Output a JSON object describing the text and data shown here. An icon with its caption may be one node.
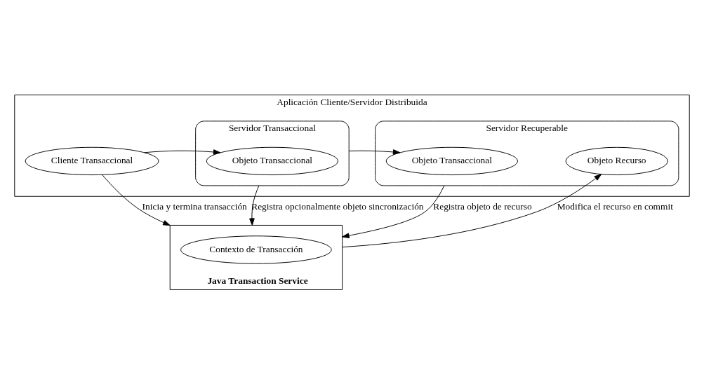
{
  "diagram": {
    "nodes": [
      {
        "text": [
          "Aplicación Cliente/Servidor Distribuida"
        ]
      },
      {
        "text": [
          "Cliente Transaccional"
        ],
        "in": 0
      },
      {
        "text": [
          "Servidor Transaccional"
        ],
        "in": 0
      },
      {
        "text": [
          "Objeto Transaccional"
        ],
        "in": 2
      },
      {
        "text": [
          "Servidor Recuperable"
        ],
        "in": 0
      },
      {
        "text": [
          "Objeto Transaccional"
        ],
        "in": 4
      },
      {
        "text": [
          "Objeto Recurso"
        ],
        "in": 4
      },
      {
        "text": [
          "Java Transaction Service"
        ]
      },
      {
        "text": [
          "Contexto de Transacción"
        ],
        "in": 7
      }
    ],
    "edges": [
      {
        "from": 1,
        "to": 3,
        "arrow": "to"
      },
      {
        "from": 2,
        "to": 5,
        "arrow": "to"
      },
      {
        "from": 1,
        "to": 7,
        "arrow": "to",
        "label": "Inicia y termina transacción"
      },
      {
        "from": 2,
        "to": 7,
        "arrow": "to",
        "label": "Registra opcionalmente objeto sincronización"
      },
      {
        "from": 4,
        "to": 7,
        "arrow": "to",
        "label": "Registra objeto de recurso"
      },
      {
        "from": 7,
        "to": 6,
        "arrow": "to",
        "label": "Modifica el recurso en commit"
      }
    ]
  }
}
